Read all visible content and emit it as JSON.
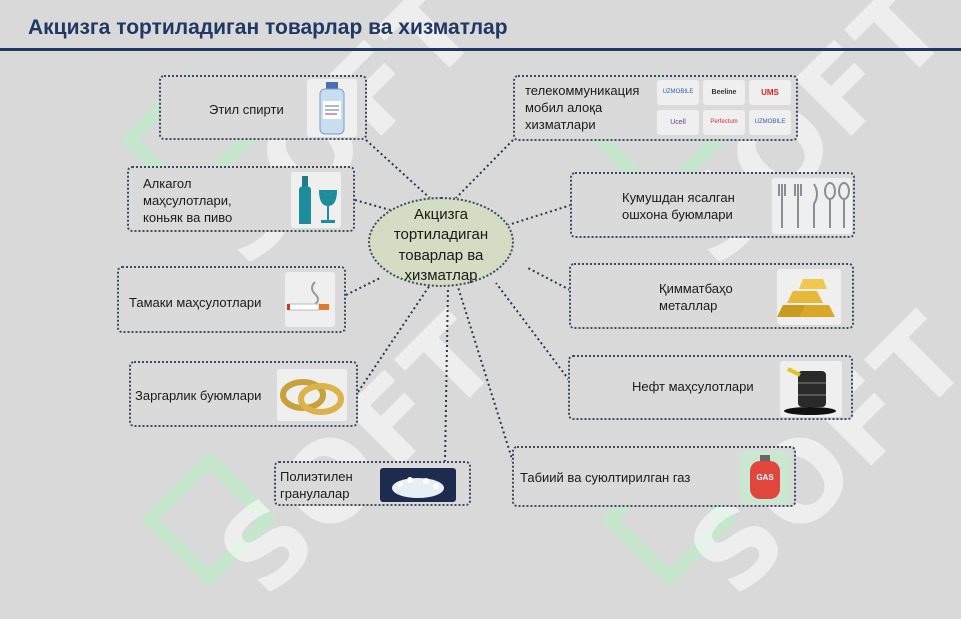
{
  "title": "Акцизга тортиладиган товарлар ва хизматлар",
  "watermark": "SOFT",
  "center": {
    "line1": "Акцизга",
    "line2": "тортиладиган",
    "line3": "товарлар ва",
    "line4": "хизматлар"
  },
  "items": {
    "ethyl": {
      "label": "Этил спирти",
      "icon": "alcohol-bottle-icon"
    },
    "alcohol": {
      "line1": "Алкагол",
      "line2": "маҳсулотлари,",
      "line3": "коньяк ва пиво",
      "icon": "wine-bottle-glass-icon"
    },
    "tobacco": {
      "label": "Тамаки маҳсулотлари",
      "icon": "cigarette-icon"
    },
    "jewelry": {
      "label": "Заргарлик буюмлари",
      "icon": "rings-icon"
    },
    "polyethylene": {
      "line1": "Полиэтилен",
      "line2": "гранулалар",
      "icon": "granules-icon"
    },
    "telecom": {
      "line1": "телекоммуникация",
      "line2": "мобил алоқа",
      "line3": "хизматлари",
      "icon": "operator-logos-icon",
      "logos": [
        "UZMOBILE",
        "Beeline",
        "UMS",
        "Ucell",
        "Perfectum",
        "UZMOBILE"
      ]
    },
    "silverware": {
      "line1": "Кумушдан ясалган",
      "line2": "ошхона буюмлари",
      "icon": "cutlery-icon"
    },
    "metals": {
      "line1": "Қимматбаҳо",
      "line2": "металлар",
      "icon": "gold-bars-icon"
    },
    "oil": {
      "label": "Нефт маҳсулотлари",
      "icon": "oil-barrel-icon"
    },
    "gas": {
      "label": "Табиий ва суюлтирилган газ",
      "icon": "gas-cylinder-icon",
      "cylinder_text": "GAS"
    }
  },
  "colors": {
    "title": "#1f3864",
    "background": "#d9d9d9",
    "border": "#3b4a66",
    "center_fill": "#d4dcc3"
  }
}
